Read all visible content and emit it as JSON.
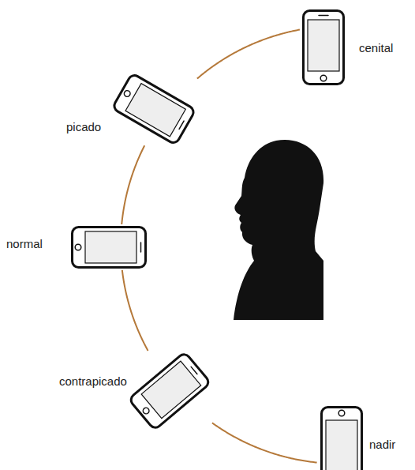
{
  "diagram": {
    "nodes": [
      {
        "text": [
          "cenital"
        ]
      },
      {
        "text": [
          "picado"
        ]
      },
      {
        "text": [
          "normal"
        ]
      },
      {
        "text": [
          "contrapicado"
        ]
      },
      {
        "text": [
          "nadir"
        ]
      }
    ],
    "edges": [
      {
        "from": 0,
        "to": 1,
        "arrow": "none"
      },
      {
        "from": 1,
        "to": 2,
        "arrow": "none"
      },
      {
        "from": 2,
        "to": 3,
        "arrow": "none"
      },
      {
        "from": 3,
        "to": 4,
        "arrow": "none"
      }
    ]
  }
}
